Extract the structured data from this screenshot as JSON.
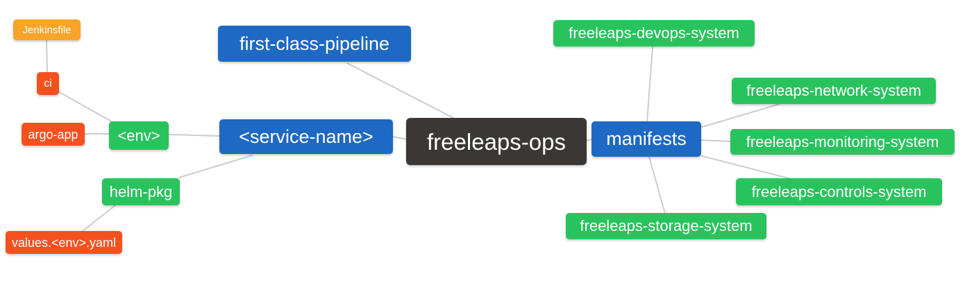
{
  "nodes": {
    "freeleaps_ops": {
      "label": "freeleaps-ops"
    },
    "first_class_pipeline": {
      "label": "first-class-pipeline"
    },
    "service_name": {
      "label": "<service-name>"
    },
    "manifests": {
      "label": "manifests"
    },
    "env": {
      "label": "<env>"
    },
    "helm_pkg": {
      "label": "helm-pkg"
    },
    "ci": {
      "label": "ci"
    },
    "jenkinsfile": {
      "label": "Jenkinsfile"
    },
    "argo_app": {
      "label": "argo-app"
    },
    "values_env_yaml": {
      "label": "values.<env>.yaml"
    },
    "devops_system": {
      "label": "freeleaps-devops-system"
    },
    "network_system": {
      "label": "freeleaps-network-system"
    },
    "monitoring_system": {
      "label": "freeleaps-monitoring-system"
    },
    "controls_system": {
      "label": "freeleaps-controls-system"
    },
    "storage_system": {
      "label": "freeleaps-storage-system"
    }
  },
  "colors": {
    "canvas_bg": "#ffffff",
    "root_bg": "#3b3734",
    "branch_bg": "#1e69c3",
    "green_bg": "#29c35e",
    "red_bg": "#f4511e",
    "orange_bg": "#f7a428",
    "edge": "#cccccc",
    "text": "#ffffff"
  }
}
